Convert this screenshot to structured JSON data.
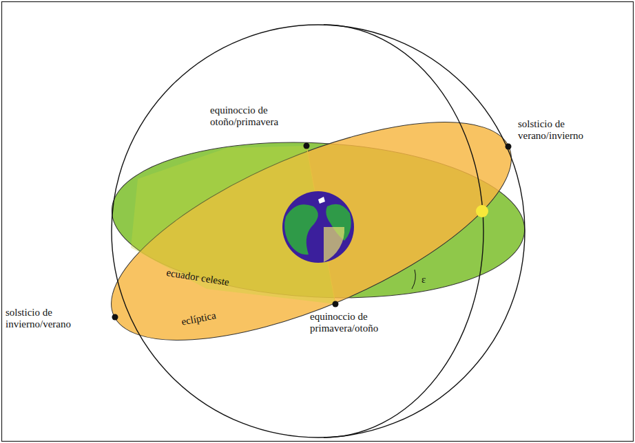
{
  "diagram": {
    "labels": [
      "equinoccio de otoño/primavera",
      "solsticio de verano/invierno",
      "ecuador celeste",
      "eclíptica",
      "solsticio de invierno/verano",
      "equinoccio de primavera/otoño",
      "ε"
    ]
  }
}
